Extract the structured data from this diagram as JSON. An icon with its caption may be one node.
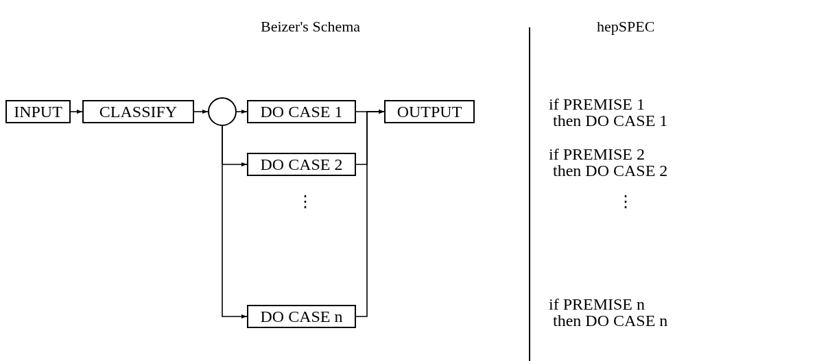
{
  "diagram": {
    "nodes": [
      {
        "text": [
          "INPUT"
        ]
      },
      {
        "text": [
          "CLASSIFY"
        ]
      },
      {
        "text": [],
        "shape": "circle"
      },
      {
        "text": [
          "DO CASE 1"
        ]
      },
      {
        "text": [
          "DO CASE 2"
        ]
      },
      {
        "text": [
          "DO CASE n"
        ]
      },
      {
        "text": [
          "OUTPUT"
        ]
      }
    ],
    "edges": [
      {
        "from": 0,
        "to": 1,
        "arrow": "to"
      },
      {
        "from": 1,
        "to": 2,
        "arrow": "to"
      },
      {
        "from": 2,
        "to": 3,
        "arrow": "to"
      },
      {
        "from": 2,
        "to": 4,
        "arrow": "to"
      },
      {
        "from": 2,
        "to": 5,
        "arrow": "to"
      },
      {
        "from": 3,
        "to": 6,
        "arrow": "to"
      },
      {
        "from": 4,
        "to": 6,
        "arrow": "to"
      },
      {
        "from": 5,
        "to": 6,
        "arrow": "to"
      }
    ],
    "labels": [
      "Beizer's Schema",
      "hepSPEC",
      "if PREMISE 1",
      "then DO CASE 1",
      "if PREMISE 2",
      "then DO CASE 2",
      "⋮",
      "⋮",
      "if PREMISE n",
      "then DO CASE n"
    ]
  }
}
